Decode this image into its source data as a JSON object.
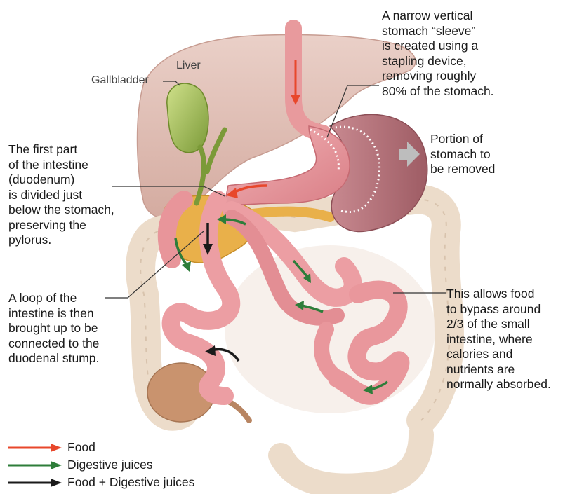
{
  "labels": {
    "liver": "Liver",
    "gallbladder": "Gallbladder",
    "sleeve": [
      "A narrow vertical",
      "stomach “sleeve”",
      "is created using a",
      "stapling device,",
      "removing roughly",
      "80% of the stomach."
    ],
    "removed": [
      "Portion of",
      "stomach to",
      "be removed"
    ],
    "duodenum": [
      "The first part",
      "of the intestine",
      "(duodenum)",
      "is divided just",
      "below the stomach,",
      "preserving the",
      "pylorus."
    ],
    "loop": [
      "A loop of the",
      "intestine is then",
      "brought up to be",
      "connected to the",
      "duodenal stump."
    ],
    "bypass": [
      "This allows food",
      "to bypass around",
      "2/3 of the small",
      "intestine, where",
      "calories and",
      "nutrients are",
      "normally absorbed."
    ]
  },
  "legend": [
    {
      "label": "Food",
      "color": "#e8472b"
    },
    {
      "label": "Digestive juices",
      "color": "#2e7d3a"
    },
    {
      "label": "Food + Digestive juices",
      "color": "#1a1a1a"
    }
  ]
}
